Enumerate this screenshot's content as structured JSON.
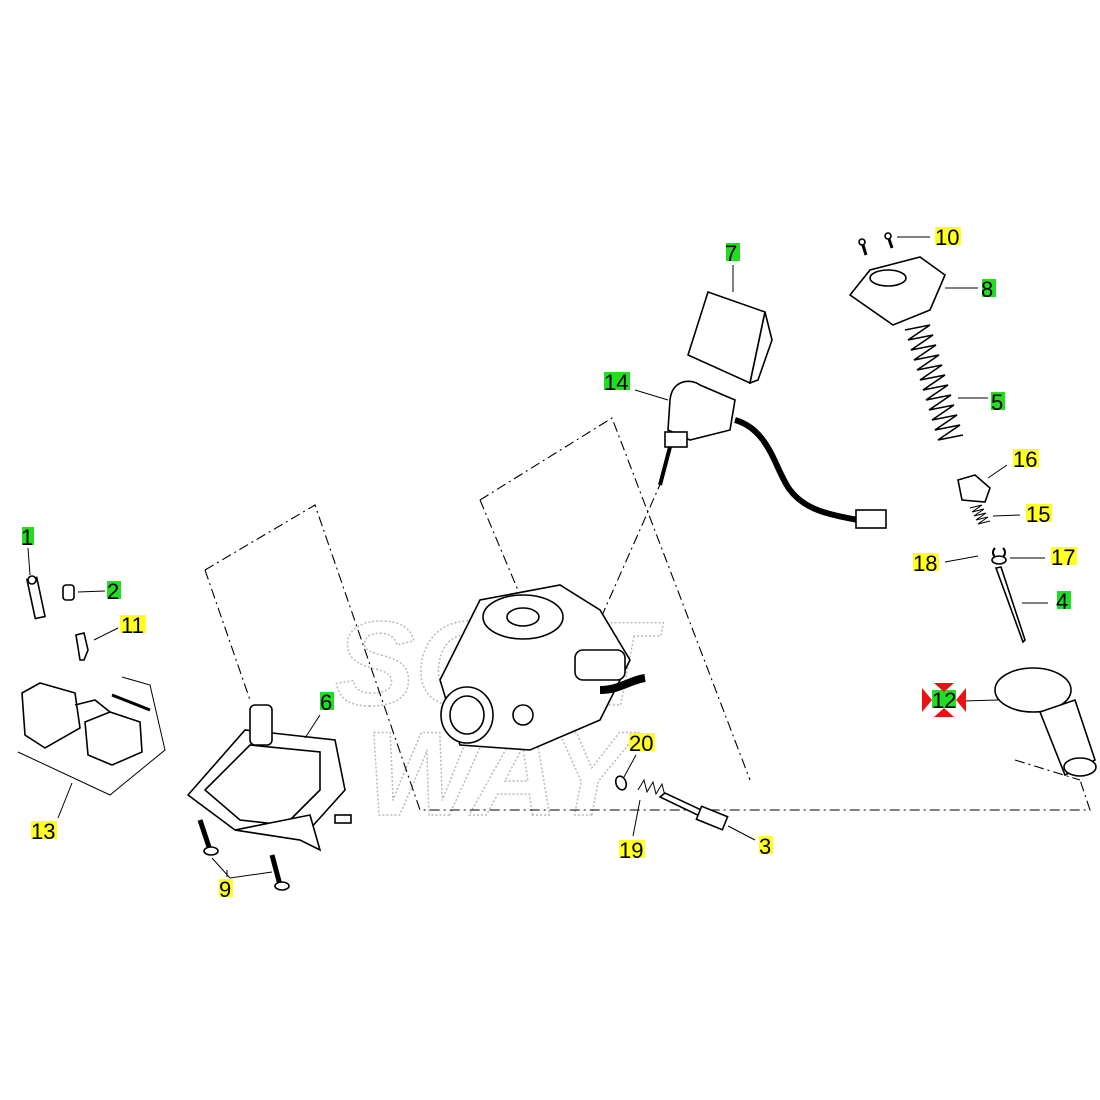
{
  "diagram": {
    "watermark": "SOFT WAY",
    "colors": {
      "green_highlight": "#22dd22",
      "yellow_highlight": "#ffff22",
      "marker_red": "#ee1111",
      "line": "#000000"
    },
    "callouts": [
      {
        "id": "1",
        "text": "1",
        "highlight": "green"
      },
      {
        "id": "2",
        "text": "2",
        "highlight": "green"
      },
      {
        "id": "3",
        "text": "3",
        "highlight": "yellow"
      },
      {
        "id": "4",
        "text": "4",
        "highlight": "green"
      },
      {
        "id": "5",
        "text": "5",
        "highlight": "green"
      },
      {
        "id": "6",
        "text": "6",
        "highlight": "green"
      },
      {
        "id": "7",
        "text": "7",
        "highlight": "green"
      },
      {
        "id": "8",
        "text": "8",
        "highlight": "green"
      },
      {
        "id": "9",
        "text": "9",
        "highlight": "yellow"
      },
      {
        "id": "10",
        "text": "10",
        "highlight": "yellow"
      },
      {
        "id": "11",
        "text": "11",
        "highlight": "yellow"
      },
      {
        "id": "12",
        "text": "12",
        "highlight": "green",
        "selected": true
      },
      {
        "id": "13",
        "text": "13",
        "highlight": "yellow"
      },
      {
        "id": "14",
        "text": "14",
        "highlight": "green"
      },
      {
        "id": "15",
        "text": "15",
        "highlight": "yellow"
      },
      {
        "id": "16",
        "text": "16",
        "highlight": "yellow"
      },
      {
        "id": "17",
        "text": "17",
        "highlight": "yellow"
      },
      {
        "id": "18",
        "text": "18",
        "highlight": "yellow"
      },
      {
        "id": "19",
        "text": "19",
        "highlight": "yellow"
      },
      {
        "id": "20",
        "text": "20",
        "highlight": "yellow"
      }
    ]
  }
}
